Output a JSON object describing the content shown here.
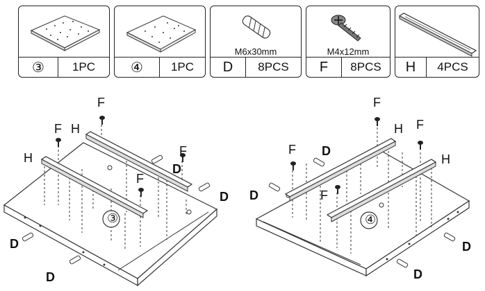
{
  "parts": [
    {
      "code": "③",
      "qty": "1PC",
      "size": ""
    },
    {
      "code": "④",
      "qty": "1PC",
      "size": ""
    },
    {
      "code": "D",
      "qty": "8PCS",
      "size": "M6x30mm"
    },
    {
      "code": "F",
      "qty": "8PCS",
      "size": "M4x12mm"
    },
    {
      "code": "H",
      "qty": "4PCS",
      "size": ""
    }
  ],
  "left_diagram": {
    "panel_label": "③",
    "labels": {
      "f1": "F",
      "f2": "F",
      "f3": "F",
      "f4": "F",
      "h1": "H",
      "h2": "H",
      "d1": "D",
      "d2": "D",
      "d3": "D",
      "d4": "D"
    }
  },
  "right_diagram": {
    "panel_label": "④",
    "labels": {
      "f1": "F",
      "f2": "F",
      "f3": "F",
      "f4": "F",
      "h1": "H",
      "h2": "H",
      "d1": "D",
      "d2": "D",
      "d3": "D",
      "d4": "D"
    }
  }
}
